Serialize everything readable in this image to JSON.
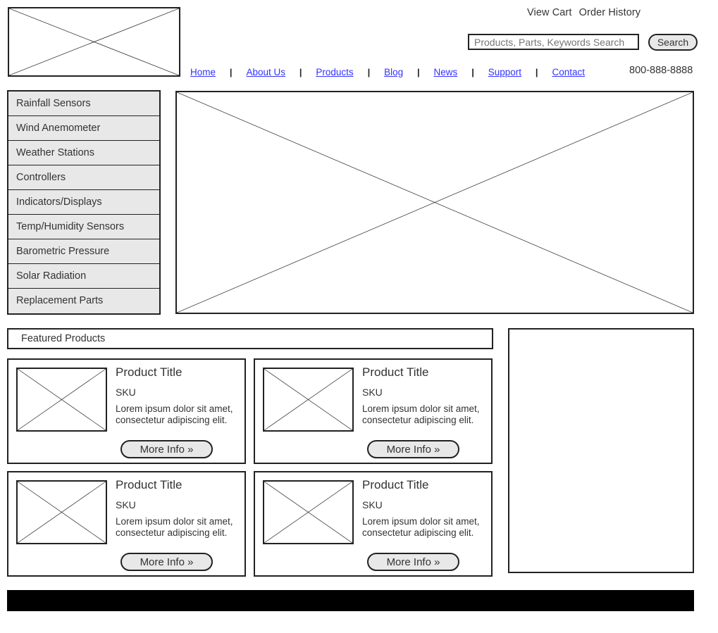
{
  "header": {
    "logo_alt": "Logo Placeholder",
    "utility_links": [
      {
        "label": "View Cart"
      },
      {
        "label": "Order History"
      }
    ],
    "search": {
      "placeholder": "Products, Parts, Keywords Search",
      "value": "",
      "button_label": "Search"
    },
    "phone": "800-888-8888",
    "nav": [
      {
        "label": "Home"
      },
      {
        "label": "About Us"
      },
      {
        "label": "Products"
      },
      {
        "label": "Blog"
      },
      {
        "label": "News"
      },
      {
        "label": "Support"
      },
      {
        "label": "Contact"
      }
    ],
    "nav_separator": "|"
  },
  "sidebar": {
    "items": [
      {
        "label": "Rainfall Sensors"
      },
      {
        "label": "Wind Anemometer"
      },
      {
        "label": "Weather Stations"
      },
      {
        "label": "Controllers"
      },
      {
        "label": "Indicators/Displays"
      },
      {
        "label": "Temp/Humidity Sensors"
      },
      {
        "label": "Barometric Pressure"
      },
      {
        "label": "Solar Radiation"
      },
      {
        "label": "Replacement Parts"
      }
    ]
  },
  "hero": {
    "alt": "Hero Banner Placeholder"
  },
  "featured": {
    "heading": "Featured Products",
    "products": [
      {
        "title": "Product Title",
        "sku": "SKU",
        "description": "Lorem ipsum dolor sit amet, consectetur adipiscing elit.",
        "button_label": "More Info »",
        "image_alt": "Product Image Placeholder"
      },
      {
        "title": "Product Title",
        "sku": "SKU",
        "description": "Lorem ipsum dolor sit amet, consectetur adipiscing elit.",
        "button_label": "More Info »",
        "image_alt": "Product Image Placeholder"
      },
      {
        "title": "Product Title",
        "sku": "SKU",
        "description": "Lorem ipsum dolor sit amet, consectetur adipiscing elit.",
        "button_label": "More Info »",
        "image_alt": "Product Image Placeholder"
      },
      {
        "title": "Product Title",
        "sku": "SKU",
        "description": "Lorem ipsum dolor sit amet, consectetur adipiscing elit.",
        "button_label": "More Info »",
        "image_alt": "Product Image Placeholder"
      }
    ]
  },
  "promo_panel": {
    "content": ""
  },
  "footer": {
    "content": ""
  },
  "colors": {
    "page_background": "#ffffff",
    "outline": "#222222",
    "text": "#333333",
    "link": "#3333ff",
    "panel_fill": "#e8e8e8",
    "footer_fill": "#000000"
  }
}
